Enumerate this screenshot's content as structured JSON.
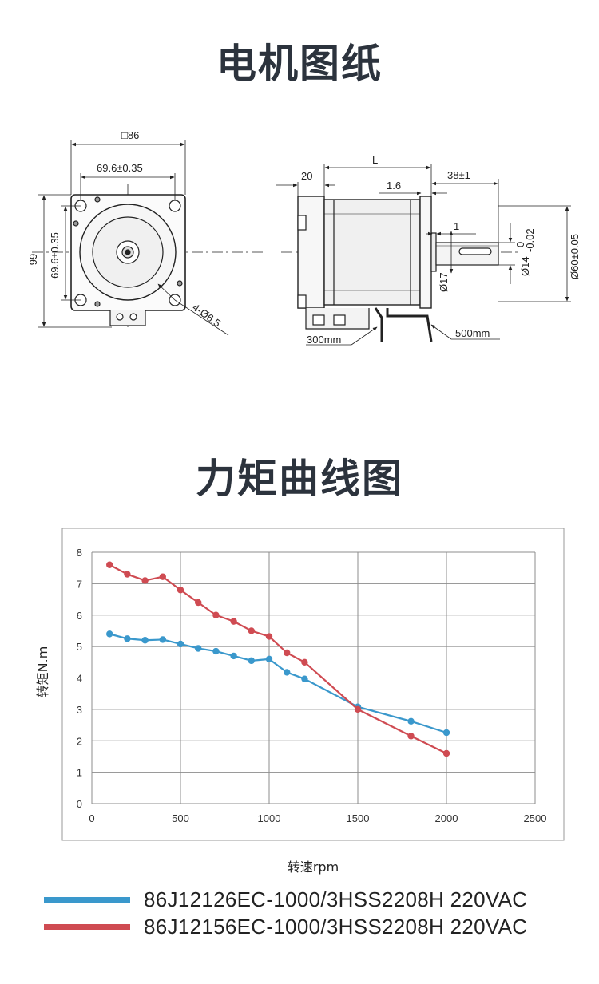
{
  "titles": {
    "drawing": "电机图纸",
    "torque": "力矩曲线图"
  },
  "drawing": {
    "front": {
      "square": "□86",
      "hole_spacing_h": "69.6±0.35",
      "hole_spacing_v": "69.6±0.35",
      "height": "99",
      "holes": "4-Ø6.5"
    },
    "side": {
      "flange": "20",
      "length": "L",
      "offset": "1.6",
      "shaft_length": "38±1",
      "key": "1",
      "shaft_dia": "Ø14",
      "shaft_tol_upper": "0",
      "shaft_tol_lower": "-0.02",
      "pilot": "Ø60±0.05",
      "shaft_dia2": "Ø17",
      "cable1": "300mm",
      "cable2": "500mm"
    }
  },
  "chart_data": {
    "type": "line",
    "xlabel": "转速rpm",
    "ylabel": "转矩N.m",
    "xlim": [
      0,
      2500
    ],
    "ylim": [
      0,
      8
    ],
    "xticks": [
      0,
      500,
      1000,
      1500,
      2000,
      2500
    ],
    "yticks": [
      0,
      1,
      2,
      3,
      4,
      5,
      6,
      7,
      8
    ],
    "grid": true,
    "series": [
      {
        "name": "86J12126EC-1000/3HSS2208H  220VAC",
        "color": "#3a98cc",
        "x": [
          100,
          200,
          300,
          400,
          500,
          600,
          700,
          800,
          900,
          1000,
          1100,
          1200,
          1500,
          1800,
          2000
        ],
        "y": [
          5.4,
          5.25,
          5.2,
          5.22,
          5.08,
          4.94,
          4.85,
          4.7,
          4.55,
          4.6,
          4.18,
          3.97,
          3.08,
          2.62,
          2.26
        ]
      },
      {
        "name": "86J12156EC-1000/3HSS2208H  220VAC",
        "color": "#cf4b52",
        "x": [
          100,
          200,
          300,
          400,
          500,
          600,
          700,
          800,
          900,
          1000,
          1100,
          1200,
          1500,
          1800,
          2000
        ],
        "y": [
          7.6,
          7.3,
          7.1,
          7.22,
          6.8,
          6.4,
          6.0,
          5.8,
          5.5,
          5.32,
          4.8,
          4.5,
          3.0,
          2.15,
          1.6
        ]
      }
    ]
  }
}
